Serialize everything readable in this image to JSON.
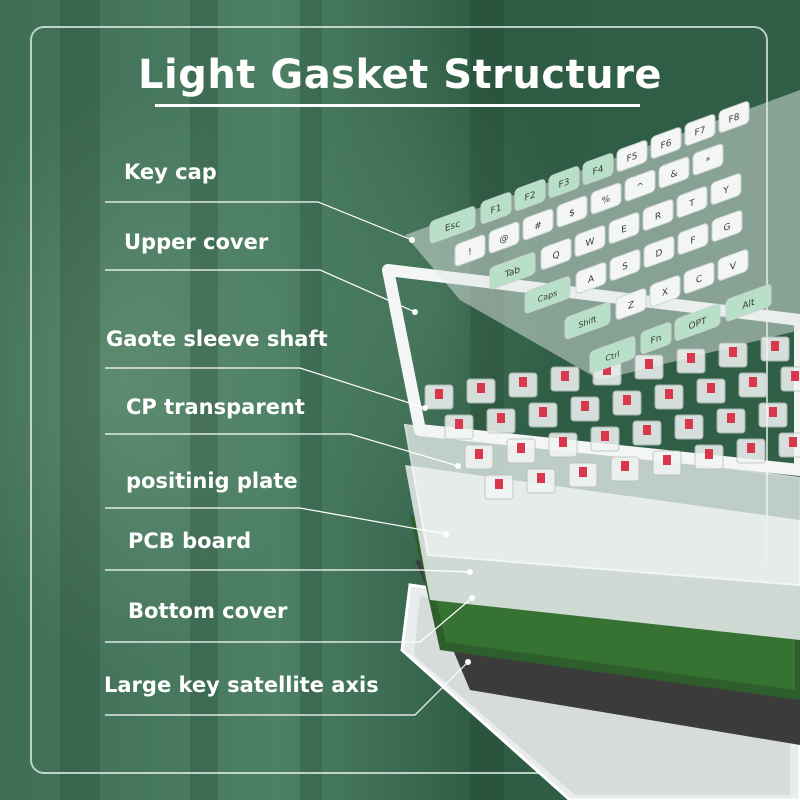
{
  "title": "Light Gasket Structure",
  "layers": [
    {
      "label": "Key cap"
    },
    {
      "label": "Upper cover"
    },
    {
      "label": "Gaote sleeve shaft"
    },
    {
      "label": "CP transparent"
    },
    {
      "label": "positinig plate"
    },
    {
      "label": "PCB board"
    },
    {
      "label": "Bottom cover"
    },
    {
      "label": "Large key satellite axis"
    }
  ],
  "keycaps": {
    "row1": [
      "Esc",
      "F1",
      "F2",
      "F3",
      "F4",
      "F5",
      "F6",
      "F7",
      "F8"
    ],
    "row2": [
      "!",
      "@",
      "#",
      "$",
      "%",
      "^",
      "&",
      "*"
    ],
    "row3": [
      "Tab",
      "Q",
      "W",
      "E",
      "R",
      "T",
      "Y"
    ],
    "row4": [
      "Caps",
      "A",
      "S",
      "D",
      "F",
      "G"
    ],
    "row5": [
      "Shift",
      "Z",
      "X",
      "C",
      "V"
    ],
    "row6": [
      "Ctrl",
      "Fn",
      "OPT",
      "Alt"
    ]
  },
  "colors": {
    "background": "#3e6d55",
    "white_key": "#f4f6f5",
    "mint_key": "#b8e0c8",
    "switch_stem": "#d9384a",
    "pcb": "#2d5e2c",
    "line": "#ffffff"
  }
}
